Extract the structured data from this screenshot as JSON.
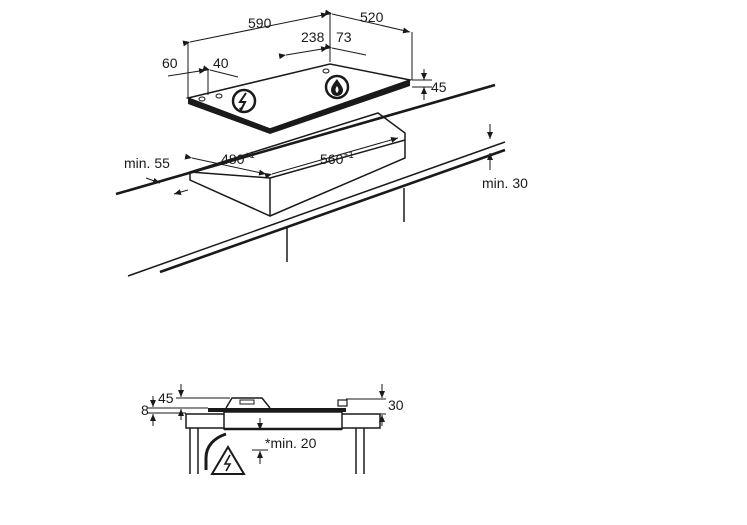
{
  "top_view": {
    "dim_width": "590",
    "dim_depth": "520",
    "dim_burner_x": "238",
    "dim_burner_y": "73",
    "dim_knob_x": "60",
    "dim_knob_y": "40",
    "dim_height": "45",
    "cutout_depth": "480",
    "cutout_depth_tol": "+1",
    "cutout_width": "560",
    "cutout_width_tol": "+1",
    "min_front": "min. 55",
    "min_worktop": "min. 30"
  },
  "side_view": {
    "dim_top": "45",
    "dim_left": "8",
    "dim_right": "30",
    "min_clearance": "*min. 20"
  },
  "icons": [
    "electric-warning-icon",
    "gas-flame-icon",
    "electric-warning-icon"
  ],
  "colors": {
    "line": "#1a1a1a",
    "background": "#ffffff"
  }
}
